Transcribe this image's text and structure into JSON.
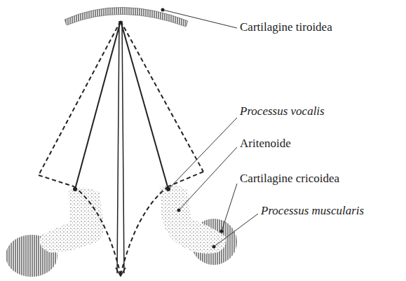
{
  "diagram": {
    "labels": [
      "Cartilagine tiroidea",
      "Processus vocalis",
      "Aritenoide",
      "Cartilagine cricoidea",
      "Processus muscularis"
    ]
  }
}
